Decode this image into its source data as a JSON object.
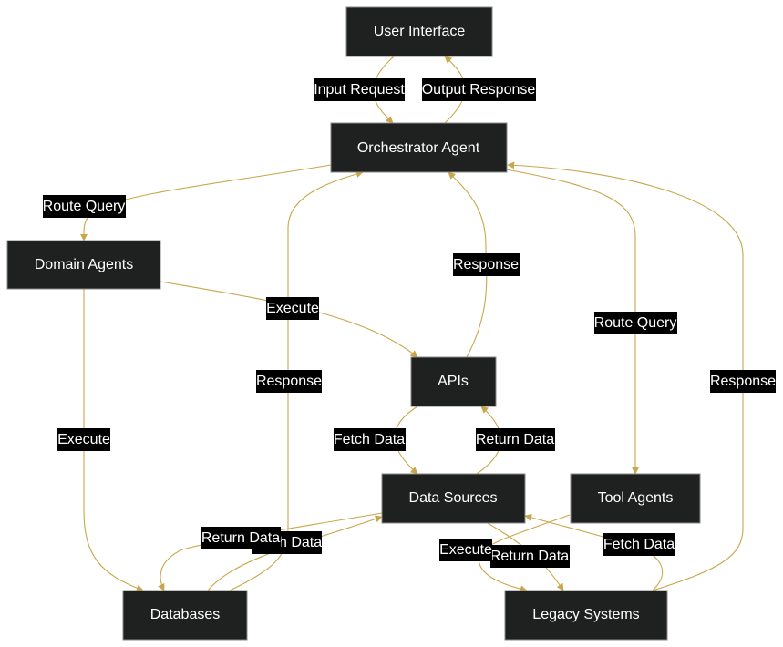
{
  "colors": {
    "node_fill": "#1f2020",
    "node_text": "#ffffff",
    "edge": "#c9a64a",
    "label_bg": "#000000",
    "label_text": "#ffffff",
    "background": "#ffffff"
  },
  "nodes": {
    "user_interface": "User Interface",
    "orchestrator": "Orchestrator Agent",
    "domain_agents": "Domain Agents",
    "apis": "APIs",
    "data_sources": "Data Sources",
    "tool_agents": "Tool Agents",
    "databases": "Databases",
    "legacy_systems": "Legacy Systems"
  },
  "edges": {
    "input_request": "Input Request",
    "output_response": "Output Response",
    "route_query_domain": "Route Query",
    "route_query_tool": "Route Query",
    "execute_domain_apis": "Execute",
    "execute_domain_databases": "Execute",
    "execute_tool_legacy": "Execute",
    "response_apis": "Response",
    "response_databases": "Response",
    "response_legacy": "Response",
    "fetch_data_apis": "Fetch Data",
    "return_data_apis": "Return Data",
    "fetch_data_databases": "Fetch Data",
    "return_data_databases": "Return Data",
    "fetch_data_legacy": "Fetch Data",
    "return_data_legacy": "Return Data"
  }
}
